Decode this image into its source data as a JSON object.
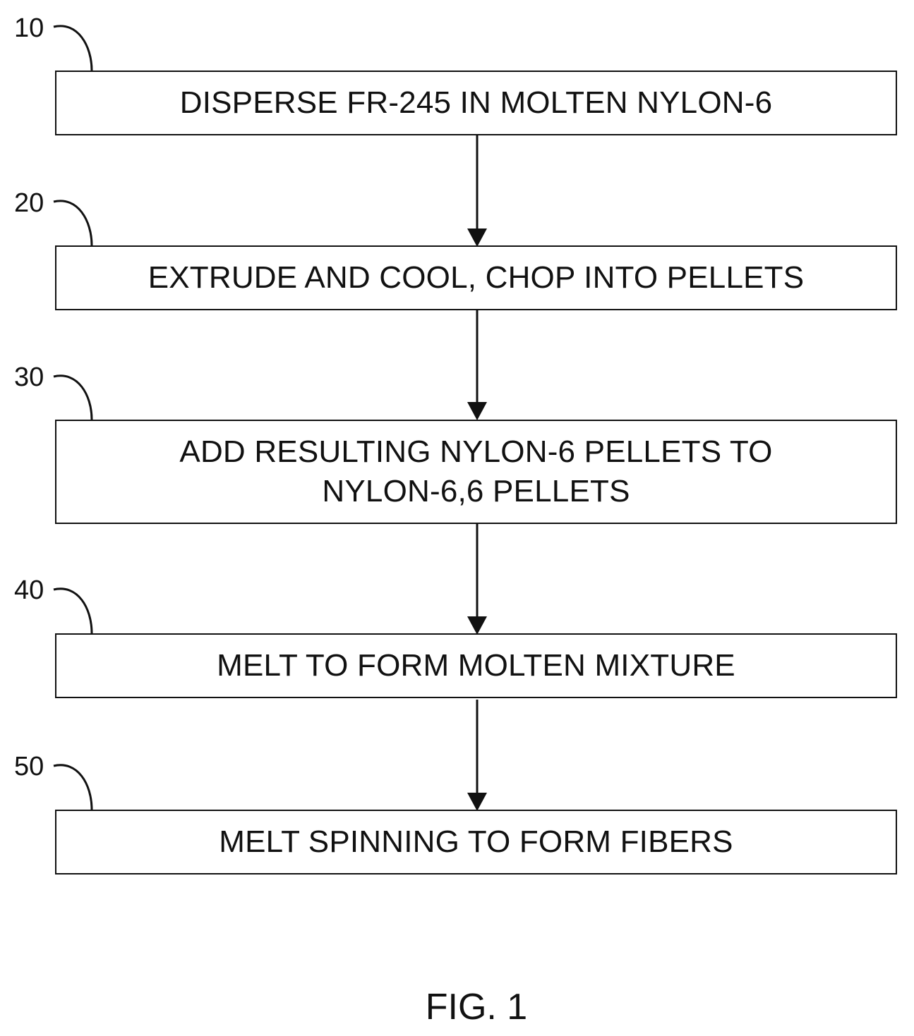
{
  "figure": {
    "label": "FIG. 1"
  },
  "steps": [
    {
      "ref": "10",
      "text": "DISPERSE FR-245 IN MOLTEN NYLON-6"
    },
    {
      "ref": "20",
      "text": "EXTRUDE AND COOL, CHOP INTO PELLETS"
    },
    {
      "ref": "30",
      "text": "ADD RESULTING NYLON-6 PELLETS TO\nNYLON-6,6 PELLETS"
    },
    {
      "ref": "40",
      "text": "MELT TO FORM MOLTEN MIXTURE"
    },
    {
      "ref": "50",
      "text": "MELT SPINNING TO FORM FIBERS"
    }
  ],
  "connections": [
    {
      "from": "10",
      "to": "20"
    },
    {
      "from": "20",
      "to": "30"
    },
    {
      "from": "30",
      "to": "40"
    },
    {
      "from": "40",
      "to": "50"
    }
  ]
}
